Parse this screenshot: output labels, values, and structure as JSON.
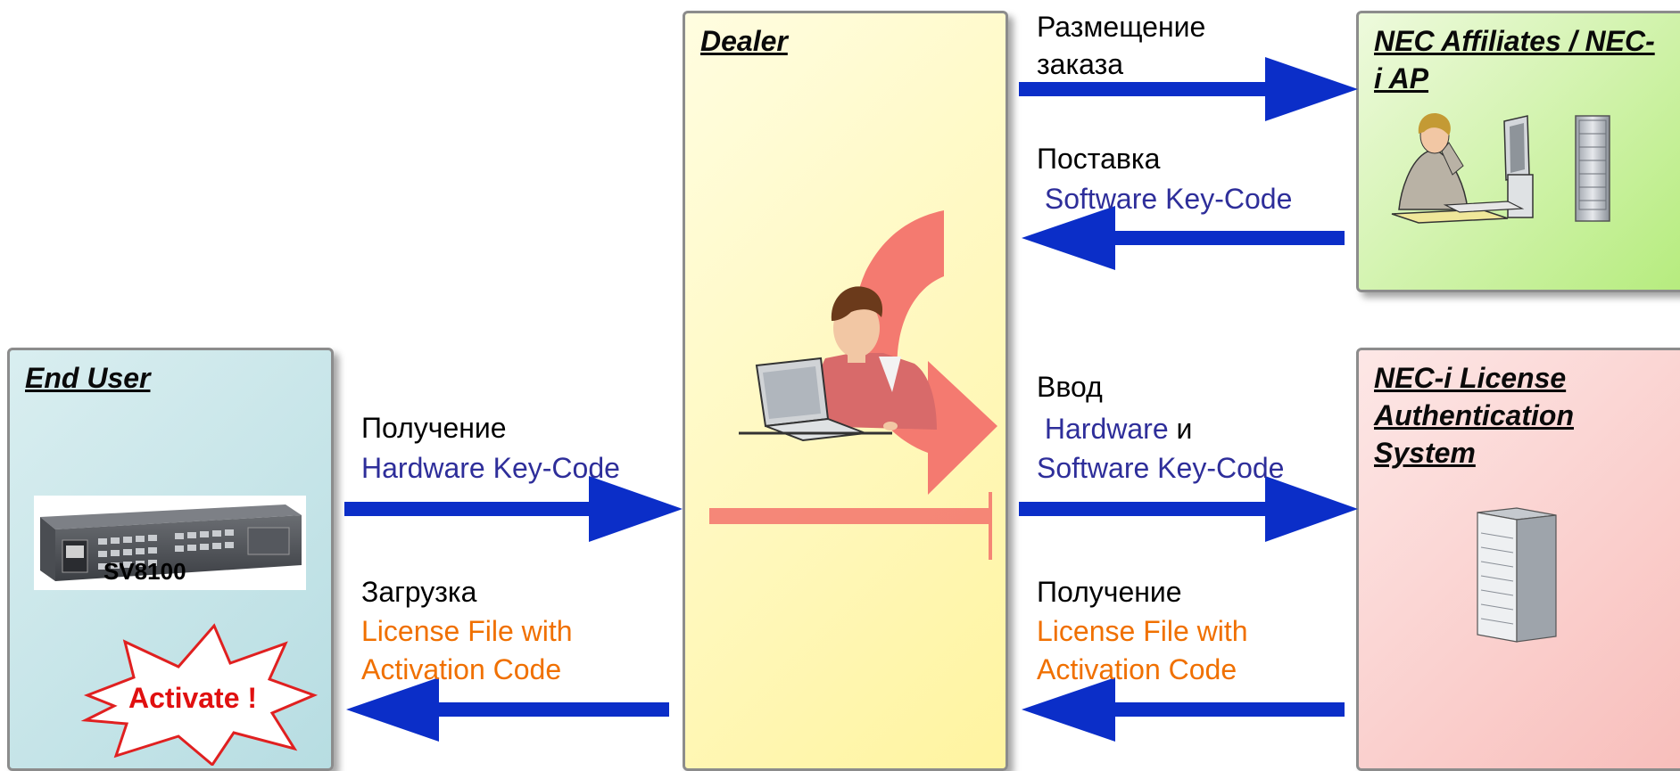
{
  "boxes": {
    "end_user": "End User",
    "dealer": "Dealer",
    "nec_affiliates": "NEC Affiliates / NEC-i AP",
    "license_system": "NEC-i License Authentication System"
  },
  "device_label": "SV8100",
  "activate_label": "Activate !",
  "flows": {
    "order": {
      "line1": "Размещение",
      "line2": "заказа"
    },
    "supply": {
      "line1": "Поставка",
      "line2": " Software Key-Code"
    },
    "input": {
      "line1": "Ввод",
      "line2a": " Hardware",
      "line2b": " и",
      "line3": "Software Key-Code"
    },
    "receive_hw": {
      "line1": "Получение",
      "line2": "Hardware Key-Code"
    },
    "download": {
      "line1": "Загрузка",
      "line2": "License File with",
      "line3": "Activation Code"
    },
    "receive_lic": {
      "line1": "Получение",
      "line2": "License File with",
      "line3": "Activation Code"
    }
  },
  "colors": {
    "arrow": "#0b2ec8",
    "highlight_blue": "#2e2e9a",
    "highlight_orange": "#f07000",
    "curved_arrow": "#f47a70"
  }
}
